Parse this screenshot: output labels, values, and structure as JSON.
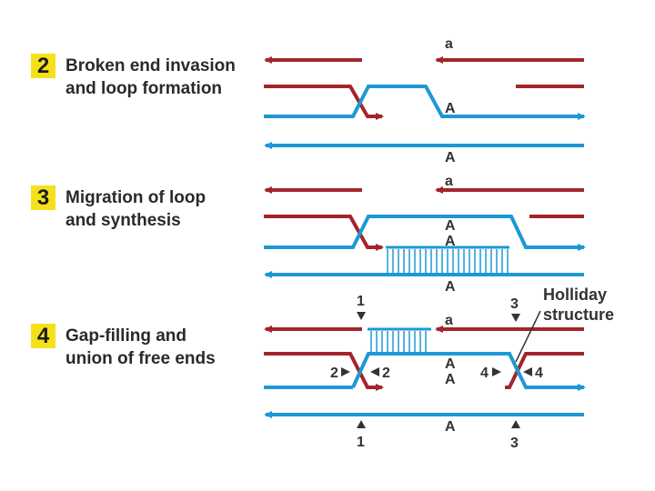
{
  "steps": [
    {
      "number": "2",
      "title_line1": "Broken end invasion",
      "title_line2": "and loop formation"
    },
    {
      "number": "3",
      "title_line1": "Migration of loop",
      "title_line2": "and synthesis"
    },
    {
      "number": "4",
      "title_line1": "Gap-filling and",
      "title_line2": "union of free ends"
    }
  ],
  "labels": {
    "s2_a": "a",
    "s2_A_mid": "A",
    "s2_A_bottom": "A",
    "s3_a": "a",
    "s3_A1": "A",
    "s3_A2": "A",
    "s3_A_bottom": "A",
    "s4_a": "a",
    "s4_A1": "A",
    "s4_A2": "A",
    "s4_A_bottom": "A",
    "marker_1_top": "1",
    "marker_1_bottom": "1",
    "marker_3_top": "3",
    "marker_3_bottom": "3",
    "marker_2_left": "2",
    "marker_2_right": "2",
    "marker_4_left": "4",
    "marker_4_right": "4",
    "holliday_line1": "Holliday",
    "holliday_line2": "structure"
  },
  "colors": {
    "red_strand": "#a3252b",
    "blue_strand": "#1d98d5",
    "highlight": "#f5e11b",
    "text": "#2a2a2a"
  }
}
